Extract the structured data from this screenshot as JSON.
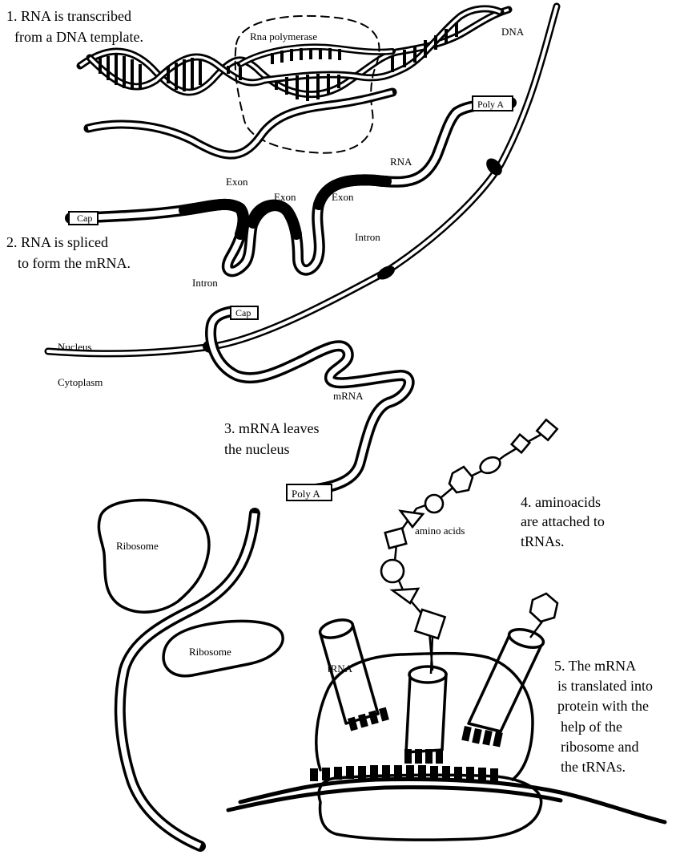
{
  "steps": {
    "step1": [
      "1. RNA is transcribed",
      "from a DNA template."
    ],
    "step2": [
      "2. RNA is spliced",
      "to form the mRNA."
    ],
    "step3": [
      "3. mRNA leaves",
      "the nucleus"
    ],
    "step4": [
      "4. aminoacids",
      "are attached to",
      "tRNAs."
    ],
    "step5": [
      "5. The mRNA",
      "is translated into",
      "protein with the",
      "help of the",
      "ribosome and",
      "the tRNAs."
    ]
  },
  "labels": {
    "rna_polymerase": "Rna polymerase",
    "dna": "DNA",
    "poly_a_top": "Poly A",
    "rna": "RNA",
    "exon_1": "Exon",
    "exon_2": "Exon",
    "exon_3": "Exon",
    "cap_top": "Cap",
    "intron_right": "Intron",
    "intron_bottom": "Intron",
    "cap_mid": "Cap",
    "nucleus": "Nucleus",
    "cytoplasm": "Cytoplasm",
    "mrna": "mRNA",
    "poly_a_bottom": "Poly A",
    "amino_acids": "amino acids",
    "ribosome_1": "Ribosome",
    "ribosome_2": "Ribosome",
    "trna": "tRNA"
  },
  "colors": {
    "ink": "#000000",
    "paper": "#ffffff"
  }
}
